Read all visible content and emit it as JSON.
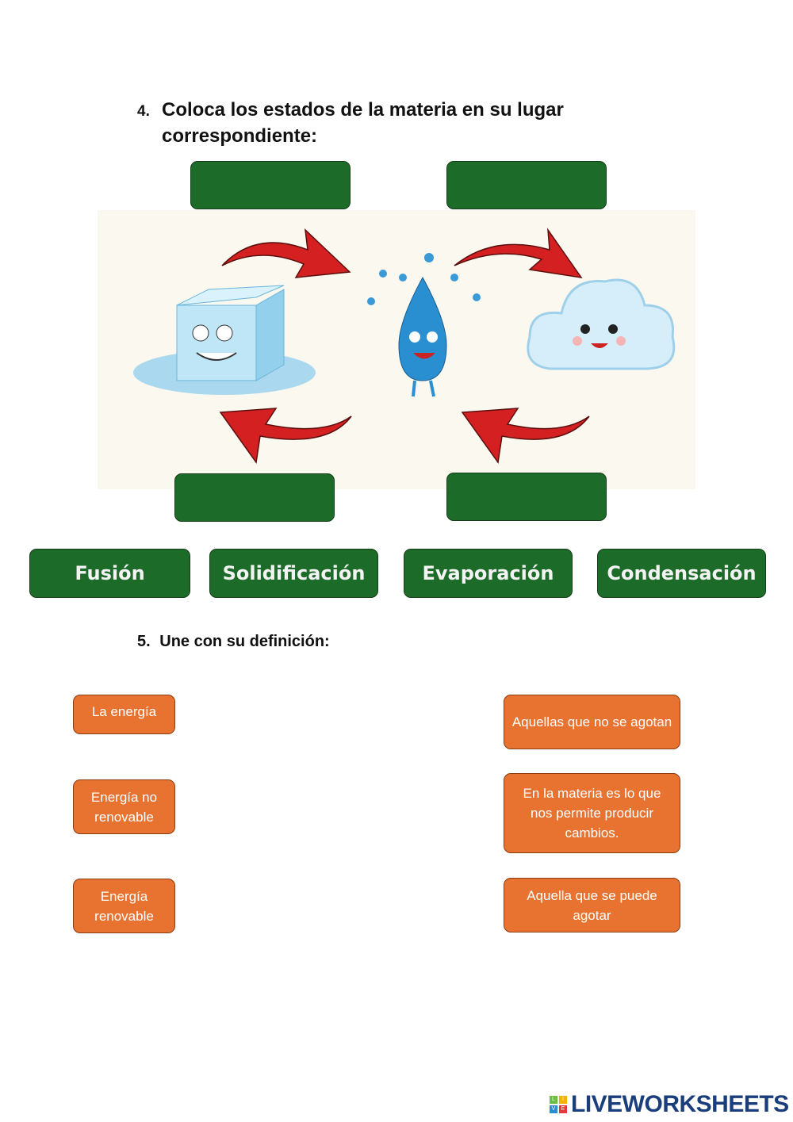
{
  "q4": {
    "number": "4.",
    "title_line1": "Coloca los estados de la materia en su lugar",
    "title_line2": "correspondiente:"
  },
  "chips": [
    "Fusión",
    "Solidificación",
    "Evaporación",
    "Condensación"
  ],
  "q5": {
    "number": "5.",
    "title": "Une con su definición:"
  },
  "left_items": [
    "La energía",
    "Energía no renovable",
    "Energía renovable"
  ],
  "right_items": [
    "Aquellas que no se agotan",
    "En la materia es lo que nos permite producir cambios.",
    "Aquella que se puede agotar"
  ],
  "logo": {
    "text": "LIVEWORKSHEETS",
    "letters": [
      "L",
      "I",
      "V",
      "E"
    ]
  },
  "colors": {
    "green": "#1c6b28",
    "orange": "#e8722f",
    "arrow": "#d42020",
    "logo": "#1a3d7c"
  }
}
